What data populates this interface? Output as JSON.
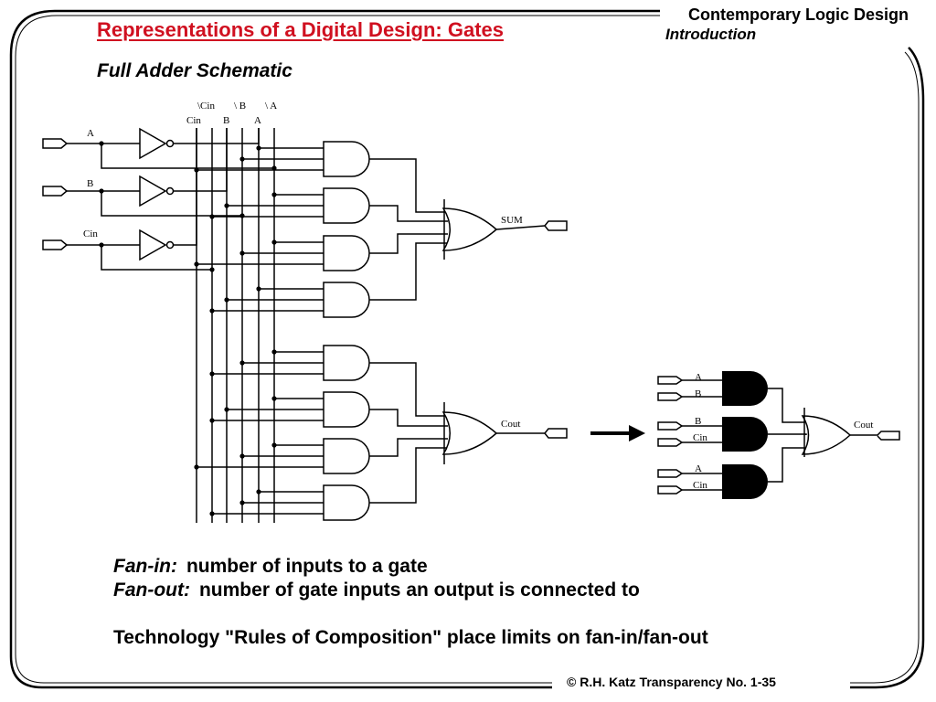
{
  "header": {
    "slide_title": "Representations of a Digital Design: Gates",
    "course_title": "Contemporary Logic Design",
    "course_section": "Introduction"
  },
  "diagram": {
    "title": "Full Adder Schematic",
    "inputs": [
      "A",
      "B",
      "Cin"
    ],
    "bus_labels_top": [
      "\\Cin",
      "\\ B",
      "\\ A"
    ],
    "bus_labels_bottom": [
      "Cin",
      "B",
      "A"
    ],
    "sum_label": "SUM",
    "cout_label": "Cout",
    "simplified": {
      "gate_inputs": [
        [
          "A",
          "B"
        ],
        [
          "B",
          "Cin"
        ],
        [
          "A",
          "Cin"
        ]
      ],
      "output_label": "Cout"
    }
  },
  "body": {
    "fanin_term": "Fan-in:",
    "fanin_text": "number of inputs to a gate",
    "fanout_term": "Fan-out:",
    "fanout_text": "number of gate inputs an output is connected to",
    "rules": "Technology \"Rules of Composition\" place limits on fan-in/fan-out"
  },
  "footer": {
    "text": "© R.H. Katz   Transparency  No. 1-35"
  }
}
